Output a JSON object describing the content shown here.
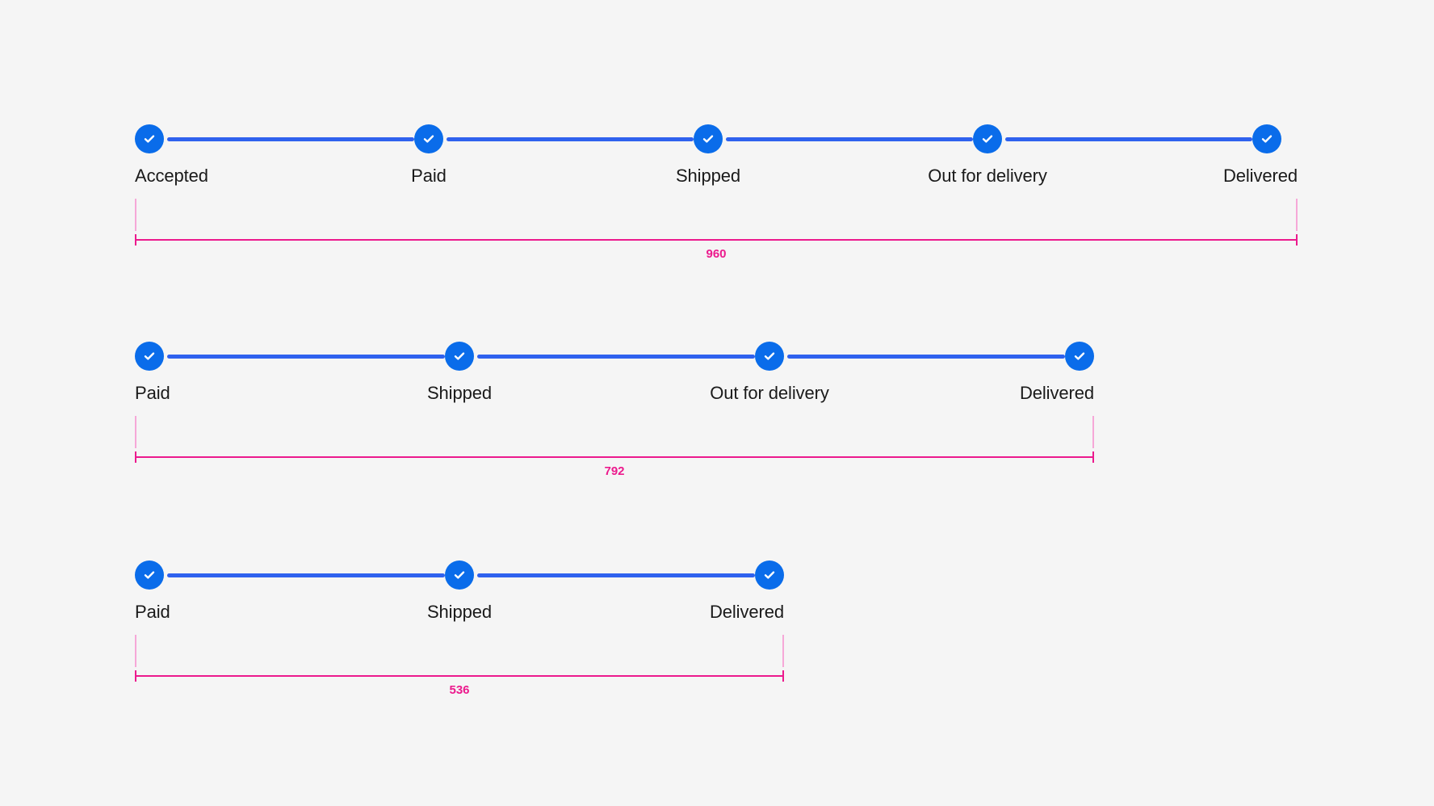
{
  "page": {
    "background_color": "#F5F5F5",
    "node_color": "#0A6CEA",
    "connector_color": "#2F62EE",
    "label_color": "#1A1A1A",
    "annotation_color": "#EC1A8D",
    "annotation_ext_color": "#F6A8D8"
  },
  "steppers": [
    {
      "id": "stepper-5-steps",
      "steps": [
        {
          "label": "Accepted",
          "state": "complete",
          "icon": "check-icon"
        },
        {
          "label": "Paid",
          "state": "complete",
          "icon": "check-icon"
        },
        {
          "label": "Shipped",
          "state": "complete",
          "icon": "check-icon"
        },
        {
          "label": "Out for delivery",
          "state": "complete",
          "icon": "check-icon"
        },
        {
          "label": "Delivered",
          "state": "complete",
          "icon": "check-icon"
        }
      ],
      "dimension": {
        "value": "960",
        "unit": "px"
      }
    },
    {
      "id": "stepper-4-steps",
      "steps": [
        {
          "label": "Paid",
          "state": "complete",
          "icon": "check-icon"
        },
        {
          "label": "Shipped",
          "state": "complete",
          "icon": "check-icon"
        },
        {
          "label": "Out for delivery",
          "state": "complete",
          "icon": "check-icon"
        },
        {
          "label": "Delivered",
          "state": "complete",
          "icon": "check-icon"
        }
      ],
      "dimension": {
        "value": "792",
        "unit": "px"
      }
    },
    {
      "id": "stepper-3-steps",
      "steps": [
        {
          "label": "Paid",
          "state": "complete",
          "icon": "check-icon"
        },
        {
          "label": "Shipped",
          "state": "complete",
          "icon": "check-icon"
        },
        {
          "label": "Delivered",
          "state": "complete",
          "icon": "check-icon"
        }
      ],
      "dimension": {
        "value": "536",
        "unit": "px"
      }
    }
  ]
}
